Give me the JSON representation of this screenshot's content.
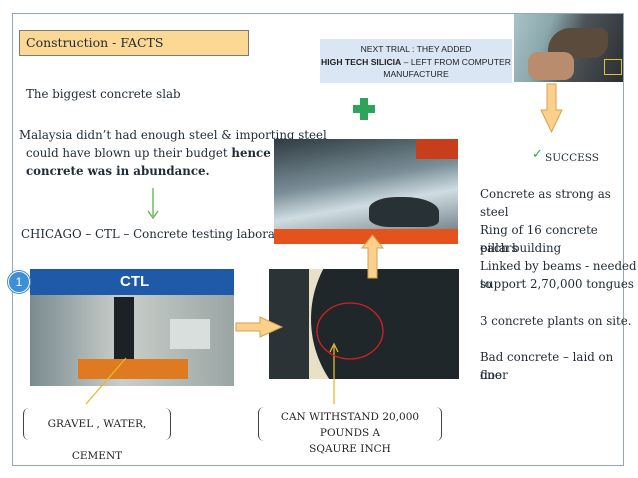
{
  "slide": {
    "title": "Construction - FACTS",
    "biggest_slab": "The biggest concrete slab",
    "malaysia_line1": "Malaysia didn’t had enough steel & importing steel",
    "malaysia_line2_normal": "could have blown up their budget ",
    "malaysia_line2_bold": "hence use of",
    "malaysia_line3_bold": "concrete was in abundance.",
    "chicago": "CHICAGO – CTL – Concrete testing laboratory",
    "trial_line1": "NEXT TRIAL :  THEY ADDED",
    "trial_line2_bold": "HIGH TECH SILICIA",
    "trial_line2_rest": " – LEFT FROM COMPUTER",
    "trial_line3": "MANUFACTURE",
    "success": "SUCCESS",
    "right_texts": [
      "Concrete as strong as steel",
      "Ring of 16 concrete pillars",
      "each building",
      "Linked by beams  - needed to",
      "support 2,70,000 tongues",
      "3 concrete plants on site.",
      "Bad concrete – laid on one",
      "floor"
    ],
    "gravel_label": "GRAVEL , WATER, CEMENT",
    "withstand_line1": "CAN WITHSTAND 20,000 POUNDS A",
    "withstand_line2": "SQAURE INCH",
    "badge_number": "1",
    "ctl_sign": "CTL"
  },
  "colors": {
    "title_fill": "#fbd893",
    "arrow_fill": "#fbd08a",
    "plus_green": "#2ea35a",
    "check_green": "#2ea35a",
    "badge_blue": "#3f8fd6",
    "circle_red": "#d42020"
  }
}
